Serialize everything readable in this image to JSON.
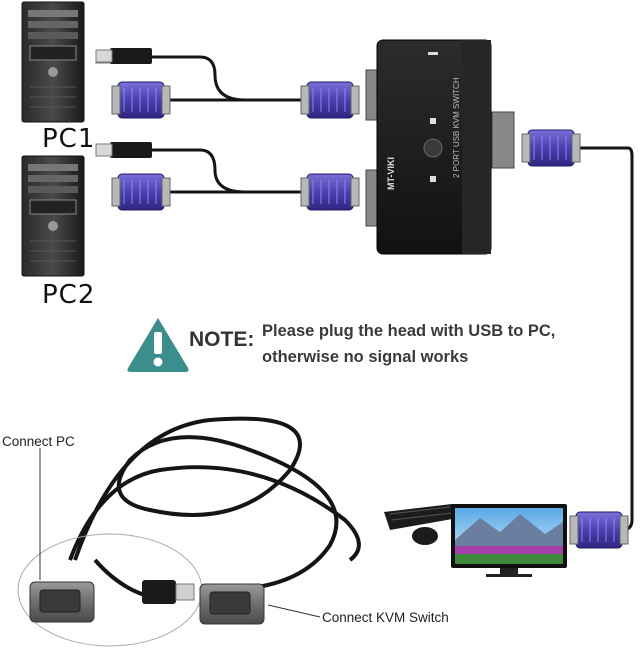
{
  "pc_labels": [
    "PC1",
    "PC2"
  ],
  "switch": {
    "brand": "MT-VIKI",
    "model": "2 PORT USB KVM SWITCH"
  },
  "note": {
    "label": "NOTE:",
    "line1": "Please plug the head with USB to PC,",
    "line2": "otherwise no signal works",
    "icon_color": "#3a8f8c"
  },
  "callouts": {
    "connect_pc": "Connect PC",
    "connect_switch": "Connect KVM Switch"
  },
  "colors": {
    "vga_connector": "#4b3fb0",
    "cable": "#151515",
    "switch_body": "#1c1c1c"
  }
}
